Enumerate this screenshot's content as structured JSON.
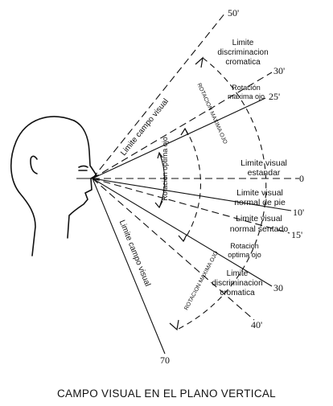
{
  "caption": "CAMPO VISUAL EN EL PLANO VERTICAL",
  "angles": {
    "top": "50'",
    "a30_up": "30'",
    "a25_up": "25'",
    "zero": "0",
    "a10_down": "10'",
    "a15_down": "15'",
    "a30_down": "30",
    "a40_down": "40'",
    "bottom": "70"
  },
  "labels": {
    "limite_campo_visual_upper": "Limite campo visual",
    "limite_campo_visual_lower": "Limite campo visual",
    "discrim_up_1": "Limite",
    "discrim_up_2": "discriminacion",
    "discrim_up_3": "cromatica",
    "rot_max_1": "Rotación",
    "rot_max_2": "maxima ojo",
    "lim_est_1": "Limite visual",
    "lim_est_2": "estandar",
    "lim_pie_1": "Limite visual",
    "lim_pie_2": "normal de pie",
    "lim_sent_1": "Limite visual",
    "lim_sent_2": "normal sentado",
    "rot_opt_1": "Rotacion",
    "rot_opt_2": "optima ojo",
    "discrim_dn_1": "Limite",
    "discrim_dn_2": "discriminacion",
    "discrim_dn_3": "cromatica",
    "rot_opt_vertical": "Rotacion optima ojo",
    "rot_max_arc": "ROTACION MAXIMA OJO",
    "rot_max_arc_lower": "ROTACION MAXIMA OJO"
  }
}
